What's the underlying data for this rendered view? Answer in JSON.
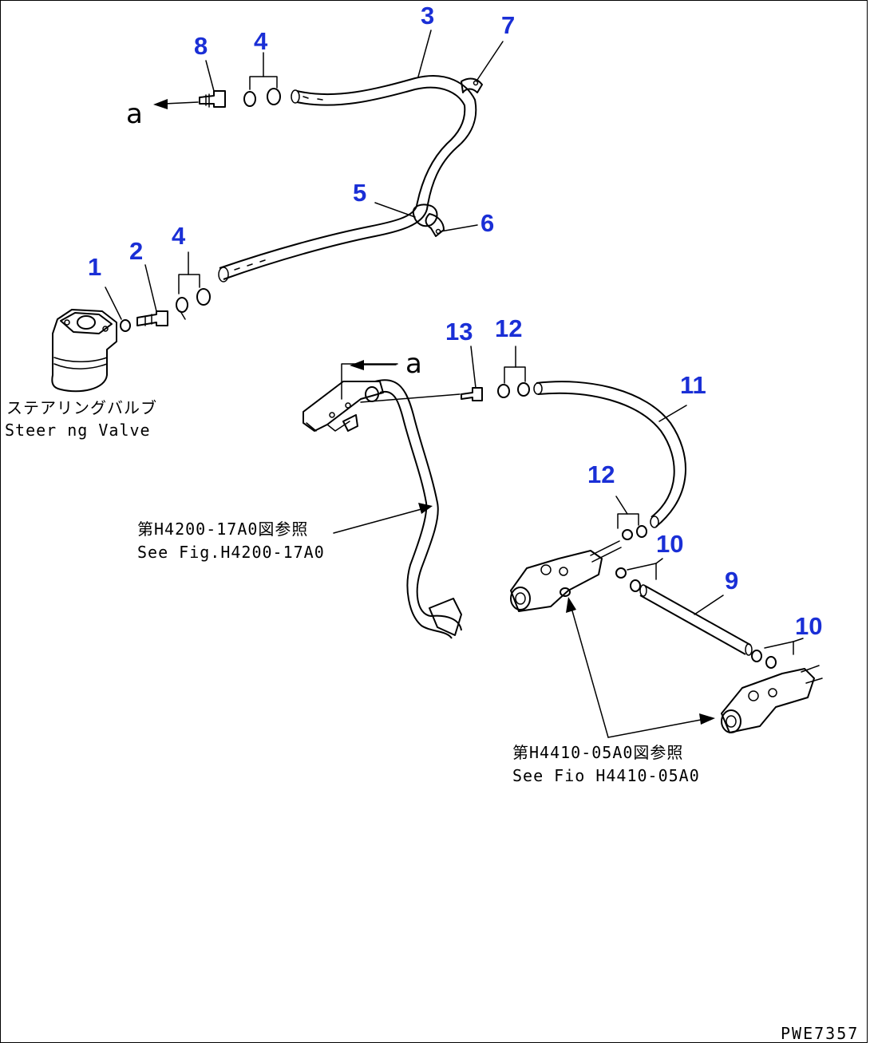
{
  "callouts": {
    "c1": "1",
    "c2": "2",
    "c3": "3",
    "c4a": "4",
    "c4b": "4",
    "c5": "5",
    "c6": "6",
    "c7": "7",
    "c8": "8",
    "c9": "9",
    "c10a": "10",
    "c10b": "10",
    "c11": "11",
    "c12a": "12",
    "c12b": "12",
    "c13": "13"
  },
  "arrow_refs": {
    "left": "a",
    "center": "a"
  },
  "captions": {
    "steering_jp": "ステアリングバルブ",
    "steering_en": "Steer ng Valve",
    "ref1_jp": "第H4200-17A0図参照",
    "ref1_en": "See Fig.H4200-17A0",
    "ref2_jp": "第H4410-05A0図参照",
    "ref2_en": "See Fio H4410-05A0"
  },
  "drawing_code": "PWE7357",
  "colors": {
    "callout": "#1a2fd6",
    "ink": "#000000",
    "background": "#ffffff"
  }
}
